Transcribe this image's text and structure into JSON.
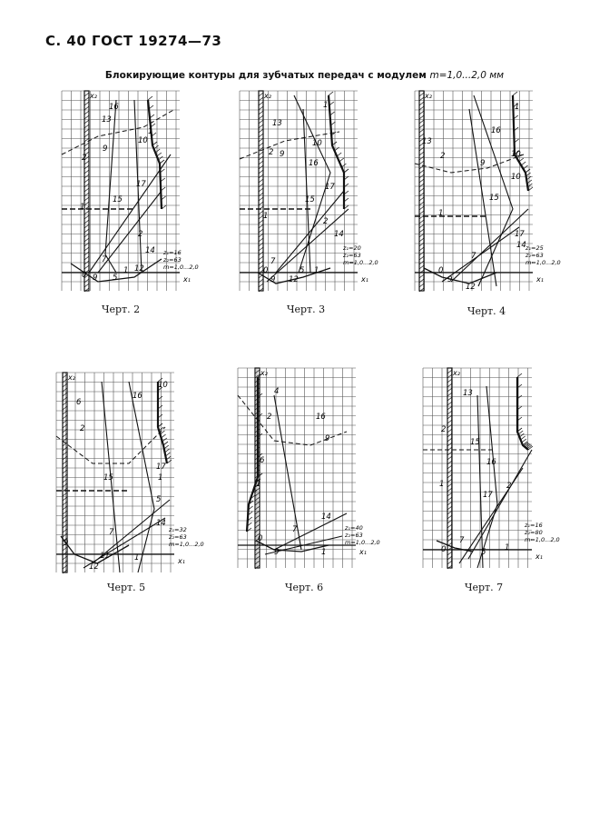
{
  "page_header": "С. 40 ГОСТ 19274—73",
  "subtitle": {
    "text": "Блокирующие контуры для зубчатых передач с модулем",
    "module": "m=1,0...2,0 мм"
  },
  "charts": [
    {
      "caption": "Черт. 2",
      "axis_y": "x₂",
      "axis_x": "x₁",
      "params": [
        "z₁=16",
        "z₂=63",
        "m=1,0...2,0"
      ],
      "labels": [
        "16",
        "13",
        "1",
        "9",
        "2",
        "10",
        "17",
        "15",
        "1",
        "2",
        "14",
        "7",
        "12",
        "5",
        "9",
        "0",
        "1"
      ]
    },
    {
      "caption": "Черт. 3",
      "axis_y": "x₂",
      "axis_x": "x₁",
      "params": [
        "z₁=20",
        "z₂=63",
        "m=1,0...2,0"
      ],
      "labels": [
        "1",
        "13",
        "10",
        "2",
        "9",
        "16",
        "17",
        "15",
        "2",
        "1",
        "14",
        "7",
        "5",
        "12",
        "9",
        "0",
        "1"
      ]
    },
    {
      "caption": "Черт. 4",
      "axis_y": "x₂",
      "axis_x": "x₁",
      "params": [
        "z₁=25",
        "z₂=63",
        "m=1,0...2,0"
      ],
      "labels": [
        "1",
        "16",
        "13",
        "10",
        "2",
        "9",
        "10",
        "15",
        "1",
        "17",
        "14",
        "7",
        "0",
        "9",
        "12"
      ]
    },
    {
      "caption": "Черт. 5",
      "axis_y": "x₂",
      "axis_x": "x₁",
      "params": [
        "z₁=32",
        "z₂=63",
        "m=1,0...2,0"
      ],
      "labels": [
        "16",
        "10",
        "6",
        "2",
        "17",
        "15",
        "1",
        "5",
        "14",
        "7",
        "9",
        "11",
        "12",
        "1"
      ]
    },
    {
      "caption": "Черт. 6",
      "axis_y": "x₂",
      "axis_x": "x₁",
      "params": [
        "z₁=40",
        "z₂=63",
        "m=1,0...2,0"
      ],
      "labels": [
        "4",
        "2",
        "16",
        "9",
        "6",
        "1",
        "14",
        "7",
        "0",
        "9",
        "1"
      ]
    },
    {
      "caption": "Черт. 7",
      "axis_y": "x₂",
      "axis_x": "x₁",
      "params": [
        "z₁=16",
        "z₂=80",
        "m=1,0...2,0"
      ],
      "labels": [
        "13",
        "2",
        "15",
        "16",
        "1",
        "17",
        "2",
        "7",
        "0",
        "5",
        "1"
      ]
    }
  ]
}
